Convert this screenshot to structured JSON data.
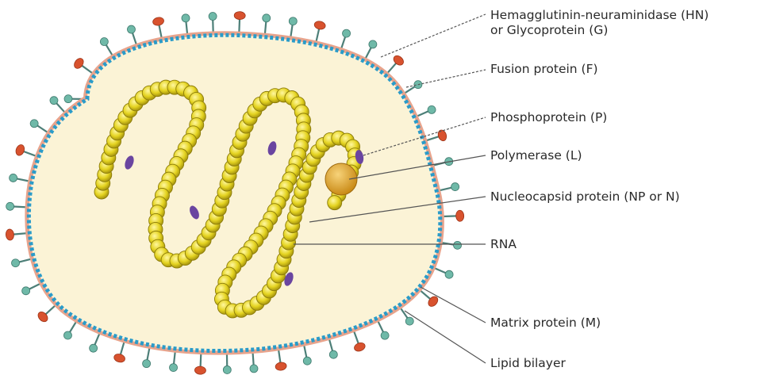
{
  "labels": {
    "hn_line1": "Hemagglutinin-neuraminidase (HN)",
    "hn_line2": "or Glycoprotein (G)",
    "fusion": "Fusion protein (F)",
    "phospho": "Phosphoprotein (P)",
    "polymerase": "Polymerase (L)",
    "nucleocapsid": "Nucleocapsid protein (NP or N)",
    "rna": "RNA",
    "matrix": "Matrix protein (M)",
    "lipid": "Lipid bilayer"
  },
  "colors": {
    "interior": "#fbf3d6",
    "lipid": "#e8a48d",
    "matrix": "#2a9bc9",
    "hn_spike": "#d8522e",
    "f_spike": "#6fb9a8",
    "nucleocapsid": "#e3d21f",
    "phosphoprotein": "#6a45a0",
    "polymerase": "#e2a72a",
    "leader": "#555555"
  }
}
